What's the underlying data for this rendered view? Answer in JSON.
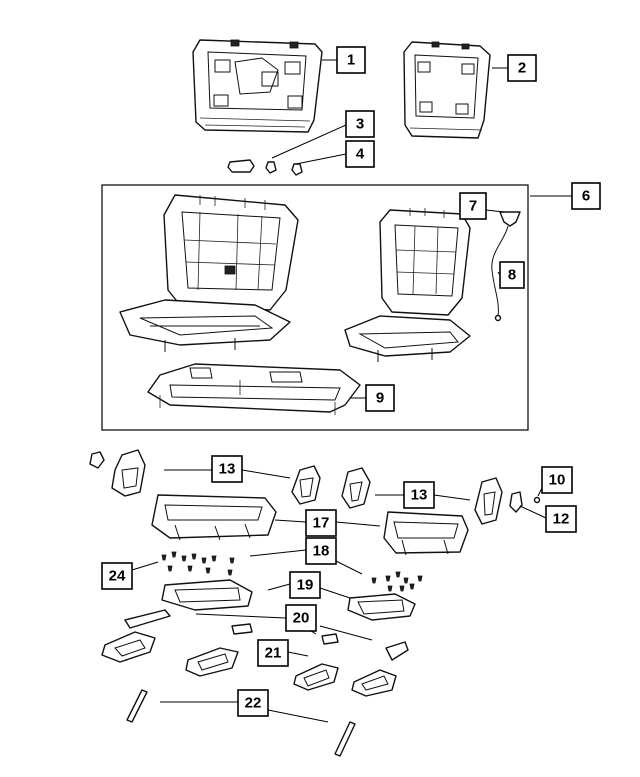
{
  "callouts": [
    {
      "id": "c1",
      "label": "1"
    },
    {
      "id": "c2",
      "label": "2"
    },
    {
      "id": "c3",
      "label": "3"
    },
    {
      "id": "c4",
      "label": "4"
    },
    {
      "id": "c6",
      "label": "6"
    },
    {
      "id": "c7",
      "label": "7"
    },
    {
      "id": "c8",
      "label": "8"
    },
    {
      "id": "c9",
      "label": "9"
    },
    {
      "id": "c10",
      "label": "10"
    },
    {
      "id": "c12",
      "label": "12"
    },
    {
      "id": "c13a",
      "label": "13"
    },
    {
      "id": "c13b",
      "label": "13"
    },
    {
      "id": "c17",
      "label": "17"
    },
    {
      "id": "c18",
      "label": "18"
    },
    {
      "id": "c19",
      "label": "19"
    },
    {
      "id": "c20",
      "label": "20"
    },
    {
      "id": "c21",
      "label": "21"
    },
    {
      "id": "c22",
      "label": "22"
    },
    {
      "id": "c24",
      "label": "24"
    }
  ]
}
